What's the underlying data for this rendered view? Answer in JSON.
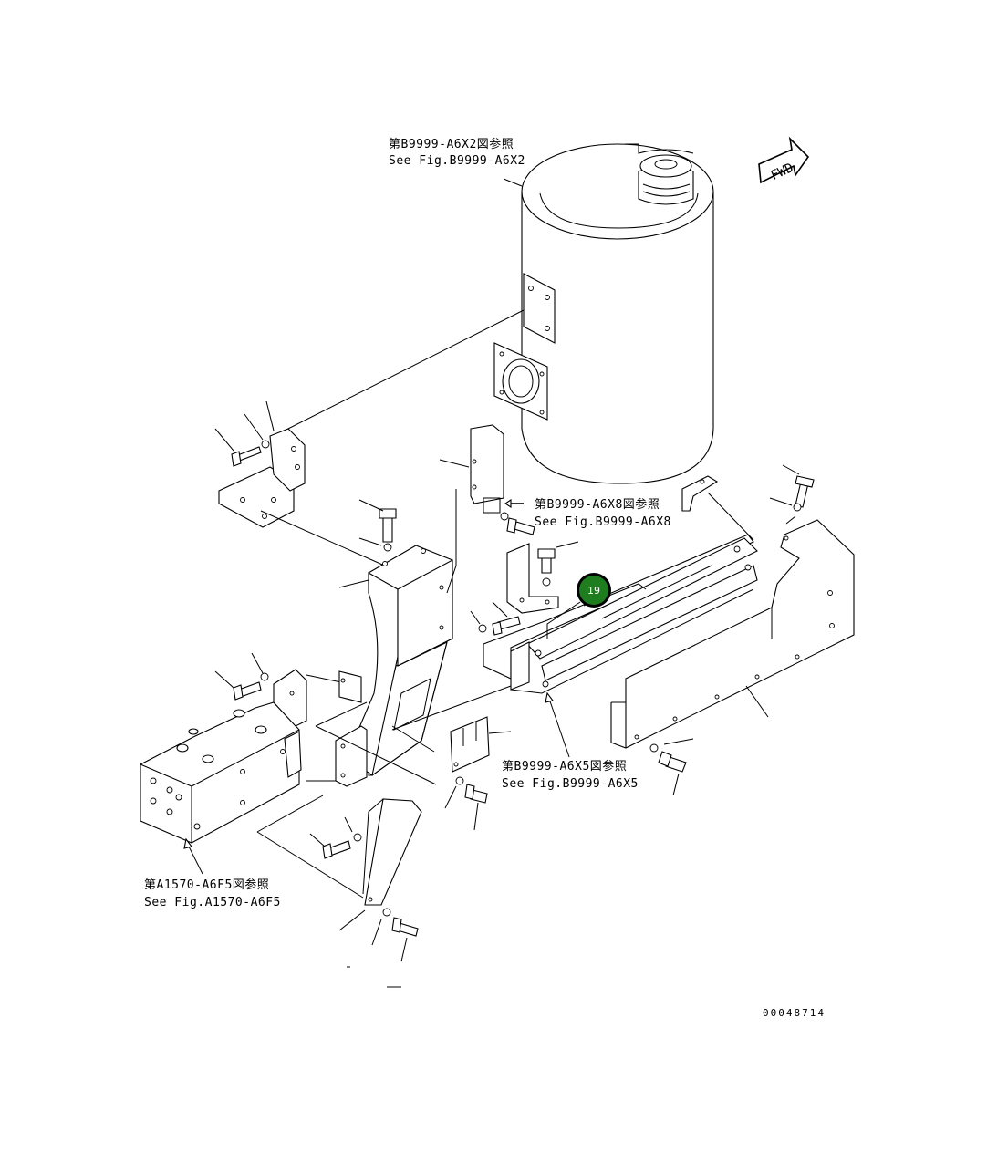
{
  "references": {
    "tank_ref": {
      "line1": "第B9999-A6X2図参照",
      "line2": "See Fig.B9999-A6X2"
    },
    "bracket_ref": {
      "line1": "第B9999-A6X8図参照",
      "line2": "See Fig.B9999-A6X8"
    },
    "frame_ref": {
      "line1": "第B9999-A6X5図参照",
      "line2": "See Fig.B9999-A6X5"
    },
    "block_ref": {
      "line1": "第A1570-A6F5図参照",
      "line2": "See Fig.A1570-A6F5"
    }
  },
  "fwd_label": "FWD",
  "highlight_badge": {
    "number": "19",
    "color": "#1e7d1e"
  },
  "document_number": "00048714"
}
